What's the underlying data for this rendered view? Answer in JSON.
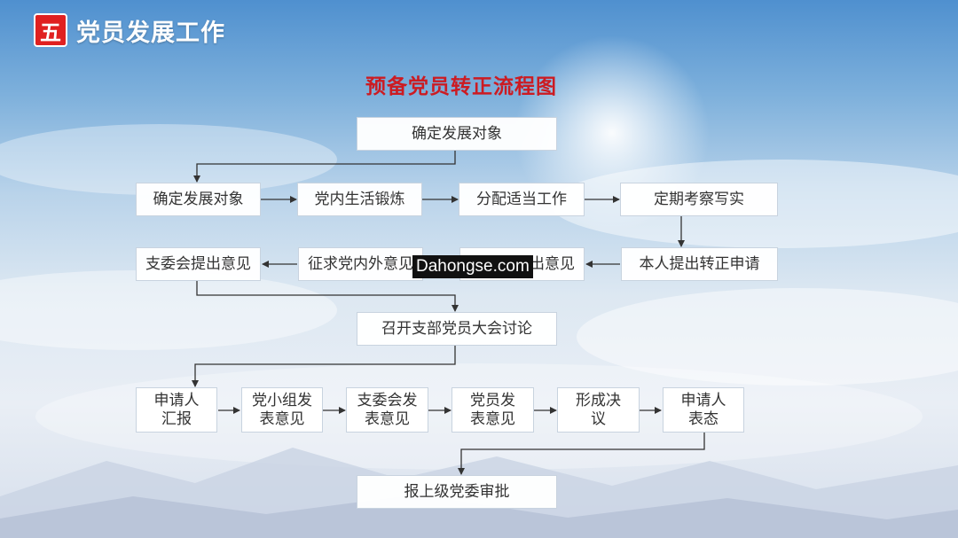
{
  "header": {
    "badge": "五",
    "title": "党员发展工作"
  },
  "diagram": {
    "title": "预备党员转正流程图",
    "nodes": {
      "n0": "确定发展对象",
      "n1": "确定发展对象",
      "n2": "党内生活锻炼",
      "n3": "分配适当工作",
      "n4": "定期考察写实",
      "n5": "本人提出转正申请",
      "n6": "党小组提出意见",
      "n7": "征求党内外意见",
      "n8": "支委会提出意见",
      "n9": "召开支部党员大会讨论",
      "n10": "申请人\n汇报",
      "n11": "党小组发\n表意见",
      "n12": "支委会发\n表意见",
      "n13": "党员发\n表意见",
      "n14": "形成决\n议",
      "n15": "申请人\n表态",
      "n16": "报上级党委审批"
    }
  },
  "watermark": "Dahongse.com",
  "colors": {
    "accent_red": "#cc1b22",
    "badge_red": "#e02020",
    "line": "#333333"
  }
}
